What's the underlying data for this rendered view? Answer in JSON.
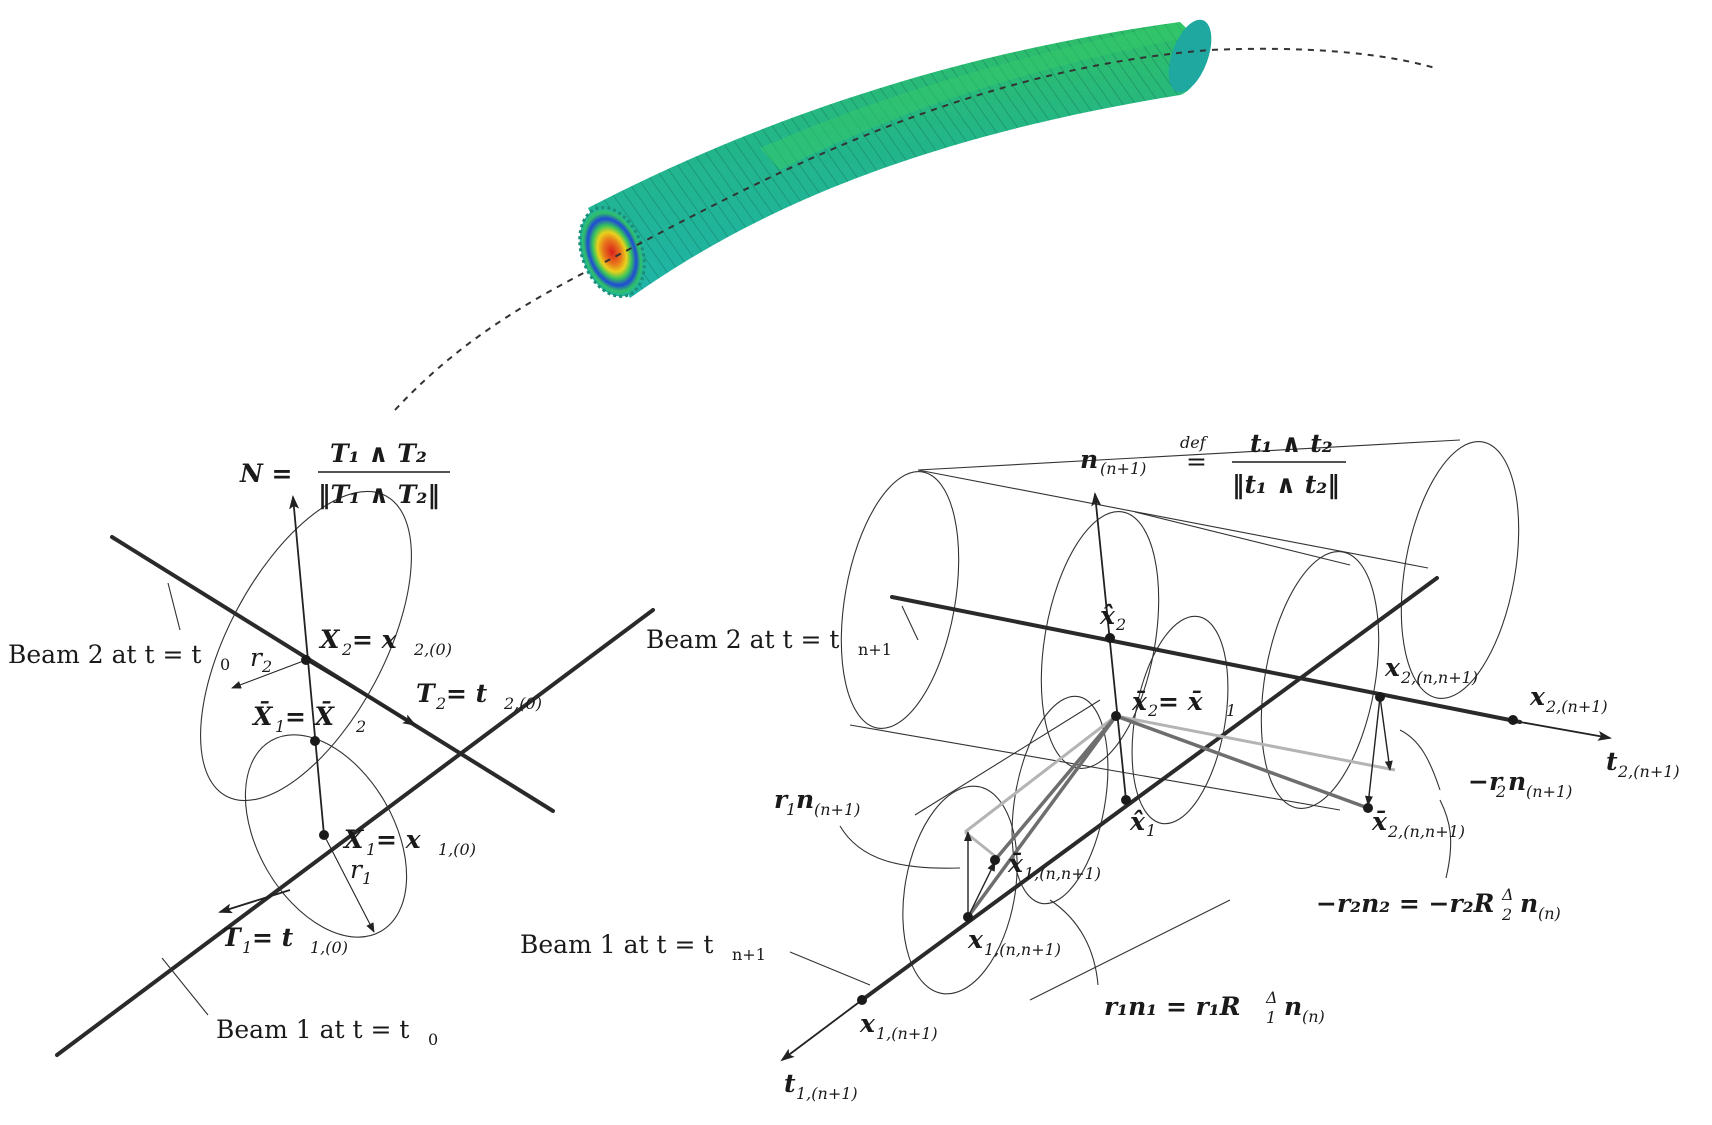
{
  "colors": {
    "ink": "#1a1a1a",
    "beam": "#2a2a2a",
    "light_gap": "#b4b4b4",
    "dark_gap": "#6e6e6e",
    "cable_green": "#2fbf66",
    "cable_teal": "#1fb4a8",
    "cable_core_red": "#d9201c",
    "cable_core_yellow": "#e8d21c",
    "cable_core_blue": "#1f49d6"
  },
  "icons": {
    "cable": "helical-strand-cable-3d-render"
  },
  "left": {
    "normal_lhs": "N =",
    "normal_num": "T₁ ∧ T₂",
    "normal_den": "‖T₁ ∧ T₂‖",
    "beam2_label": "Beam 2 at t = t",
    "beam2_sub": "0",
    "beam1_label": "Beam 1 at t = t",
    "beam1_sub": "0",
    "X2_label": "X",
    "X2_sub": "2",
    "X2_eq": " = x",
    "X2_eq_sub": "2,(0)",
    "X1_label": "X",
    "X1_sub": "1",
    "X1_eq": " = x",
    "X1_eq_sub": "1,(0)",
    "Xbar_label": "X̄",
    "Xbar_sub1": "1",
    "Xbar_eq": " = X̄",
    "Xbar_sub2": "2",
    "T2_label": "T",
    "T2_sub": "2",
    "T2_eq": " = t",
    "T2_eq_sub": "2,(0)",
    "T1_label": "T",
    "T1_sub": "1",
    "T1_eq": " = t",
    "T1_eq_sub": "1,(0)",
    "r2": "r",
    "r2_sub": "2",
    "r1": "r",
    "r1_sub": "1"
  },
  "right": {
    "normal_lhs": "n",
    "normal_lhs_sub": "(n+1)",
    "def_sym": "def",
    "normal_eq": "=",
    "normal_num": "t₁ ∧ t₂",
    "normal_den": "‖t₁ ∧ t₂‖",
    "beam2_label": "Beam 2 at t = t",
    "beam2_sub": "n+1",
    "beam1_label": "Beam 1 at t = t",
    "beam1_sub": "n+1",
    "xhat2": "x̂",
    "xhat2_sub": "2",
    "xhat1": "x̂",
    "xhat1_sub": "1",
    "xbar_eq": "x̄",
    "xbar_eq_sub1": "2",
    "xbar_eq_mid": " = x̄",
    "xbar_eq_sub2": "1",
    "x2nn1": "x",
    "x2nn1_sub": "2,(n,n+1)",
    "x2n1": "x",
    "x2n1_sub": "2,(n+1)",
    "t2n1": "t",
    "t2n1_sub": "2,(n+1)",
    "mr2n": "−r",
    "mr2n_sub": "2",
    "mr2n_vec": "n",
    "mr2n_vec_sub": "(n+1)",
    "xbar2nn1": "x̄",
    "xbar2nn1_sub": "2,(n,n+1)",
    "r1n": "r",
    "r1n_sub": "1",
    "r1n_vec": "n",
    "r1n_vec_sub": "(n+1)",
    "xbar1nn1": "x̄",
    "xbar1nn1_sub": "1,(n,n+1)",
    "eq_r2": "−r₂n₂ = −r₂R",
    "eq_r2_sup": "Δ",
    "eq_r2_sub": "2",
    "eq_r2_tail": "n",
    "eq_r2_tail_sub": "(n)",
    "x1nn1": "x",
    "x1nn1_sub": "1,(n,n+1)",
    "eq_r1": "r₁n₁ = r₁R",
    "eq_r1_sup": "Δ",
    "eq_r1_sub": "1",
    "eq_r1_tail": "n",
    "eq_r1_tail_sub": "(n)",
    "x1n1": "x",
    "x1n1_sub": "1,(n+1)",
    "t1n1": "t",
    "t1n1_sub": "1,(n+1)"
  }
}
